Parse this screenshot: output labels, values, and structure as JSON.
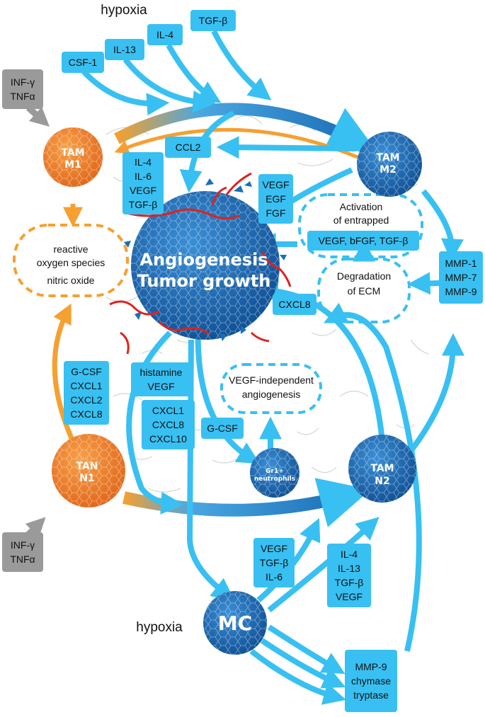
{
  "colors": {
    "blue": "#38c0f2",
    "dark_blue": "#1a6fb7",
    "orange": "#f5a030",
    "cell_orange": "#f07828",
    "gray": "#9a9a9a",
    "red": "#e0211d"
  },
  "labels": {
    "hypoxia_top": "hypoxia",
    "hypoxia_bottom": "hypoxia",
    "core_line1": "Angiogenesis",
    "core_line2": "Tumor growth",
    "ros_line1": "reactive",
    "ros_line2": "oxygen species",
    "ros_line3": "nitric oxide",
    "activation_line1": "Activation",
    "activation_line2": "of entrapped",
    "degradation_line1": "Degradation",
    "degradation_line2": "of ECM",
    "vegf_indep_line1": "VEGF-independent",
    "vegf_indep_line2": "angiogenesis"
  },
  "cells": {
    "tam_m1": {
      "line1": "TAM",
      "line2": "M1"
    },
    "tam_m2": {
      "line1": "TAM",
      "line2": "M2"
    },
    "tan_n1": {
      "line1": "TAN",
      "line2": "N1"
    },
    "tam_n2": {
      "line1": "TAM",
      "line2": "N2"
    },
    "gr1": {
      "line1": "Gr1+",
      "line2": "neutrophils"
    },
    "mc": {
      "label": "MC"
    }
  },
  "boxes": {
    "csf1": [
      "CSF-1"
    ],
    "il13": [
      "IL-13"
    ],
    "il4": [
      "IL-4"
    ],
    "tgfb": [
      "TGF-β"
    ],
    "infg_top": [
      "INF-γ",
      "TNFα"
    ],
    "infg_bottom": [
      "INF-γ",
      "TNFα"
    ],
    "ccl2": [
      "CCL2"
    ],
    "m1_cytokines": [
      "IL-4",
      "IL-6",
      "VEGF",
      "TGF-β"
    ],
    "m2_growth": [
      "VEGF",
      "EGF",
      "FGF"
    ],
    "entrapped": [
      "VEGF, bFGF, TGF-β"
    ],
    "mmp_group": [
      "MMP-1",
      "MMP-7",
      "MMP-9"
    ],
    "cxcl8": [
      "CXCL8"
    ],
    "gcsf_group": [
      "G-CSF",
      "CXCL1",
      "CXCL2",
      "CXCL8"
    ],
    "histamine": [
      "histamine",
      "VEGF"
    ],
    "cxcl_group": [
      "CXCL1",
      "CXCL8",
      "CXCL10"
    ],
    "gcsf": [
      "G-CSF"
    ],
    "mc_vegf": [
      "VEGF",
      "TGF-β",
      "IL-6"
    ],
    "mc_il4": [
      "IL-4",
      "IL-13",
      "TGF-β",
      "VEGF"
    ],
    "mmp9_group": [
      "MMP-9",
      "chymase",
      "tryptase"
    ]
  }
}
